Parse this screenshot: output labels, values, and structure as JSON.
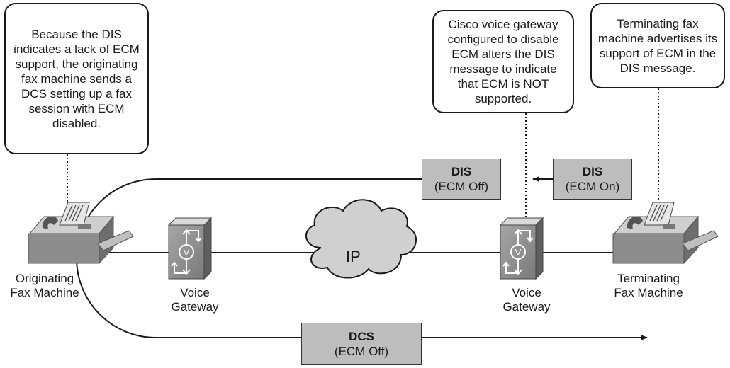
{
  "callouts": {
    "originating": "Because the DIS indicates a lack of ECM support, the originating fax machine sends a DCS setting up a fax session with ECM disabled.",
    "gateway": "Cisco voice gateway configured to disable ECM alters the DIS message to indicate that ECM is NOT supported.",
    "terminating": "Terminating fax machine advertises its support of ECM in the DIS message."
  },
  "messages": {
    "dis_off": {
      "title": "DIS",
      "sub": "(ECM Off)"
    },
    "dis_on": {
      "title": "DIS",
      "sub": "(ECM On)"
    },
    "dcs_off": {
      "title": "DCS",
      "sub": "(ECM Off)"
    }
  },
  "devices": {
    "orig_fax": "Originating\nFax Machine",
    "gw_left": "Voice\nGateway",
    "cloud": "IP",
    "gw_right": "Voice\nGateway",
    "term_fax": "Terminating\nFax Machine"
  },
  "icons": {
    "gateway_letter": "V"
  },
  "colors": {
    "device_gray": "#8c8c8c",
    "message_box": "#bdbdbd",
    "line": "#1a1a1a"
  }
}
